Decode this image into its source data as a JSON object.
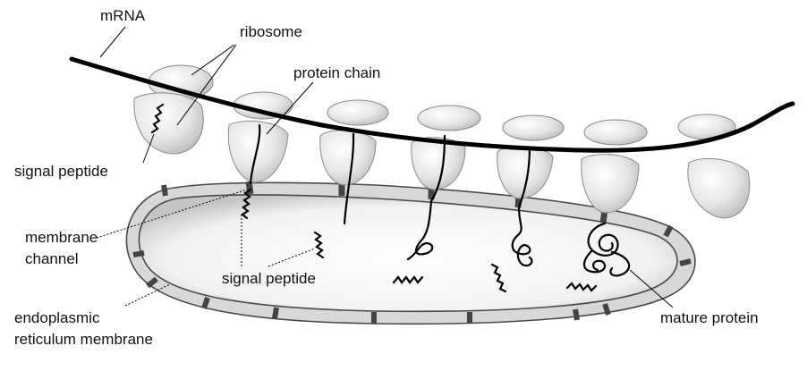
{
  "labels": {
    "mrna": "mRNA",
    "ribosome": "ribosome",
    "protein_chain": "protein chain",
    "signal_peptide_top": "signal peptide",
    "membrane_channel_line1": "membrane",
    "membrane_channel_line2": "channel",
    "signal_peptide_bottom": "signal peptide",
    "er_membrane_line1": "endoplasmic",
    "er_membrane_line2": "reticulum membrane",
    "mature_protein": "mature protein"
  },
  "colors": {
    "text": "#111111",
    "line": "#000000",
    "membrane_fill": "#d9d9d9",
    "membrane_stroke": "#555555",
    "ribosome_light": "#f4f4f4",
    "ribosome_dark": "#bdbdbd"
  }
}
